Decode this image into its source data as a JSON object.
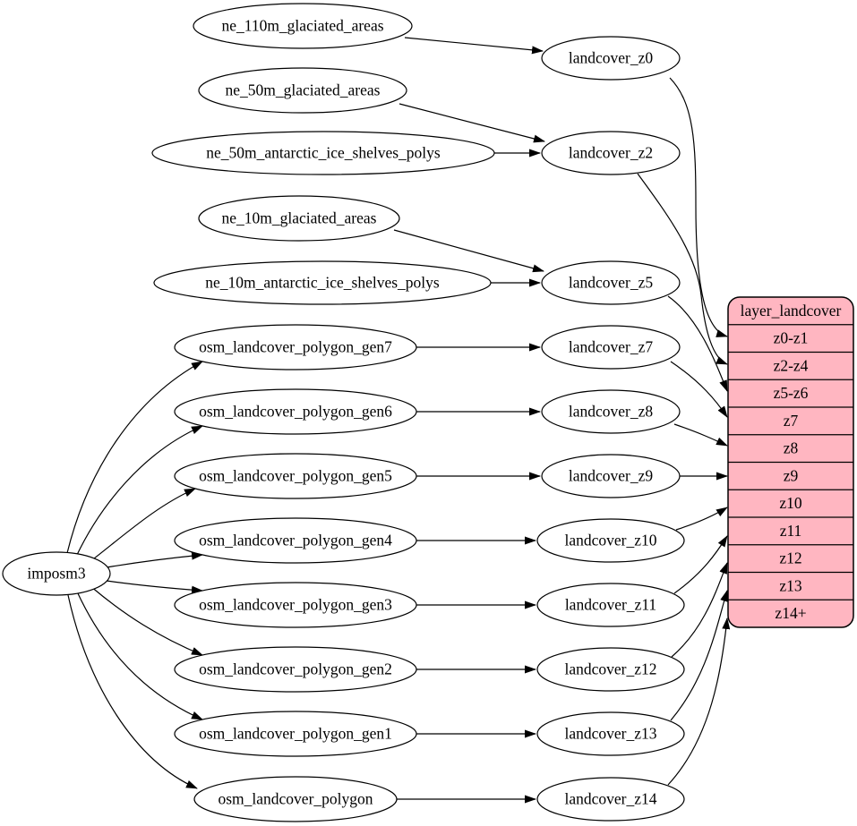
{
  "diagram_type": "graphviz-digraph",
  "colors": {
    "background": "#ffffff",
    "node_fill": "#ffffff",
    "node_stroke": "#000000",
    "edge_stroke": "#000000",
    "table_fill": "#ffb6c1",
    "table_stroke": "#000000",
    "text": "#000000"
  },
  "nodes": [
    {
      "id": "imposm3",
      "label": "imposm3"
    },
    {
      "id": "ne_110m_glaciated_areas",
      "label": "ne_110m_glaciated_areas"
    },
    {
      "id": "ne_50m_glaciated_areas",
      "label": "ne_50m_glaciated_areas"
    },
    {
      "id": "ne_50m_antarctic_ice_shelves_polys",
      "label": "ne_50m_antarctic_ice_shelves_polys"
    },
    {
      "id": "ne_10m_glaciated_areas",
      "label": "ne_10m_glaciated_areas"
    },
    {
      "id": "ne_10m_antarctic_ice_shelves_polys",
      "label": "ne_10m_antarctic_ice_shelves_polys"
    },
    {
      "id": "osm_landcover_polygon_gen7",
      "label": "osm_landcover_polygon_gen7"
    },
    {
      "id": "osm_landcover_polygon_gen6",
      "label": "osm_landcover_polygon_gen6"
    },
    {
      "id": "osm_landcover_polygon_gen5",
      "label": "osm_landcover_polygon_gen5"
    },
    {
      "id": "osm_landcover_polygon_gen4",
      "label": "osm_landcover_polygon_gen4"
    },
    {
      "id": "osm_landcover_polygon_gen3",
      "label": "osm_landcover_polygon_gen3"
    },
    {
      "id": "osm_landcover_polygon_gen2",
      "label": "osm_landcover_polygon_gen2"
    },
    {
      "id": "osm_landcover_polygon_gen1",
      "label": "osm_landcover_polygon_gen1"
    },
    {
      "id": "osm_landcover_polygon",
      "label": "osm_landcover_polygon"
    },
    {
      "id": "landcover_z0",
      "label": "landcover_z0"
    },
    {
      "id": "landcover_z2",
      "label": "landcover_z2"
    },
    {
      "id": "landcover_z5",
      "label": "landcover_z5"
    },
    {
      "id": "landcover_z7",
      "label": "landcover_z7"
    },
    {
      "id": "landcover_z8",
      "label": "landcover_z8"
    },
    {
      "id": "landcover_z9",
      "label": "landcover_z9"
    },
    {
      "id": "landcover_z10",
      "label": "landcover_z10"
    },
    {
      "id": "landcover_z11",
      "label": "landcover_z11"
    },
    {
      "id": "landcover_z12",
      "label": "landcover_z12"
    },
    {
      "id": "landcover_z13",
      "label": "landcover_z13"
    },
    {
      "id": "landcover_z14",
      "label": "landcover_z14"
    }
  ],
  "table": {
    "id": "layer_landcover",
    "title": "layer_landcover",
    "rows": [
      "z0-z1",
      "z2-z4",
      "z5-z6",
      "z7",
      "z8",
      "z9",
      "z10",
      "z11",
      "z12",
      "z13",
      "z14+"
    ]
  },
  "edges": [
    {
      "from": "imposm3",
      "to": "osm_landcover_polygon_gen7"
    },
    {
      "from": "imposm3",
      "to": "osm_landcover_polygon_gen6"
    },
    {
      "from": "imposm3",
      "to": "osm_landcover_polygon_gen5"
    },
    {
      "from": "imposm3",
      "to": "osm_landcover_polygon_gen4"
    },
    {
      "from": "imposm3",
      "to": "osm_landcover_polygon_gen3"
    },
    {
      "from": "imposm3",
      "to": "osm_landcover_polygon_gen2"
    },
    {
      "from": "imposm3",
      "to": "osm_landcover_polygon_gen1"
    },
    {
      "from": "imposm3",
      "to": "osm_landcover_polygon"
    },
    {
      "from": "ne_110m_glaciated_areas",
      "to": "landcover_z0"
    },
    {
      "from": "ne_50m_glaciated_areas",
      "to": "landcover_z2"
    },
    {
      "from": "ne_50m_antarctic_ice_shelves_polys",
      "to": "landcover_z2"
    },
    {
      "from": "ne_10m_glaciated_areas",
      "to": "landcover_z5"
    },
    {
      "from": "ne_10m_antarctic_ice_shelves_polys",
      "to": "landcover_z5"
    },
    {
      "from": "osm_landcover_polygon_gen7",
      "to": "landcover_z7"
    },
    {
      "from": "osm_landcover_polygon_gen6",
      "to": "landcover_z8"
    },
    {
      "from": "osm_landcover_polygon_gen5",
      "to": "landcover_z9"
    },
    {
      "from": "osm_landcover_polygon_gen4",
      "to": "landcover_z10"
    },
    {
      "from": "osm_landcover_polygon_gen3",
      "to": "landcover_z11"
    },
    {
      "from": "osm_landcover_polygon_gen2",
      "to": "landcover_z12"
    },
    {
      "from": "osm_landcover_polygon_gen1",
      "to": "landcover_z13"
    },
    {
      "from": "osm_landcover_polygon",
      "to": "landcover_z14"
    },
    {
      "from": "landcover_z0",
      "to": "layer_landcover",
      "row": "z0-z1"
    },
    {
      "from": "landcover_z2",
      "to": "layer_landcover",
      "row": "z2-z4"
    },
    {
      "from": "landcover_z5",
      "to": "layer_landcover",
      "row": "z5-z6"
    },
    {
      "from": "landcover_z7",
      "to": "layer_landcover",
      "row": "z7"
    },
    {
      "from": "landcover_z8",
      "to": "layer_landcover",
      "row": "z8"
    },
    {
      "from": "landcover_z9",
      "to": "layer_landcover",
      "row": "z9"
    },
    {
      "from": "landcover_z10",
      "to": "layer_landcover",
      "row": "z10"
    },
    {
      "from": "landcover_z11",
      "to": "layer_landcover",
      "row": "z11"
    },
    {
      "from": "landcover_z12",
      "to": "layer_landcover",
      "row": "z12"
    },
    {
      "from": "landcover_z13",
      "to": "layer_landcover",
      "row": "z13"
    },
    {
      "from": "landcover_z14",
      "to": "layer_landcover",
      "row": "z14+"
    }
  ]
}
